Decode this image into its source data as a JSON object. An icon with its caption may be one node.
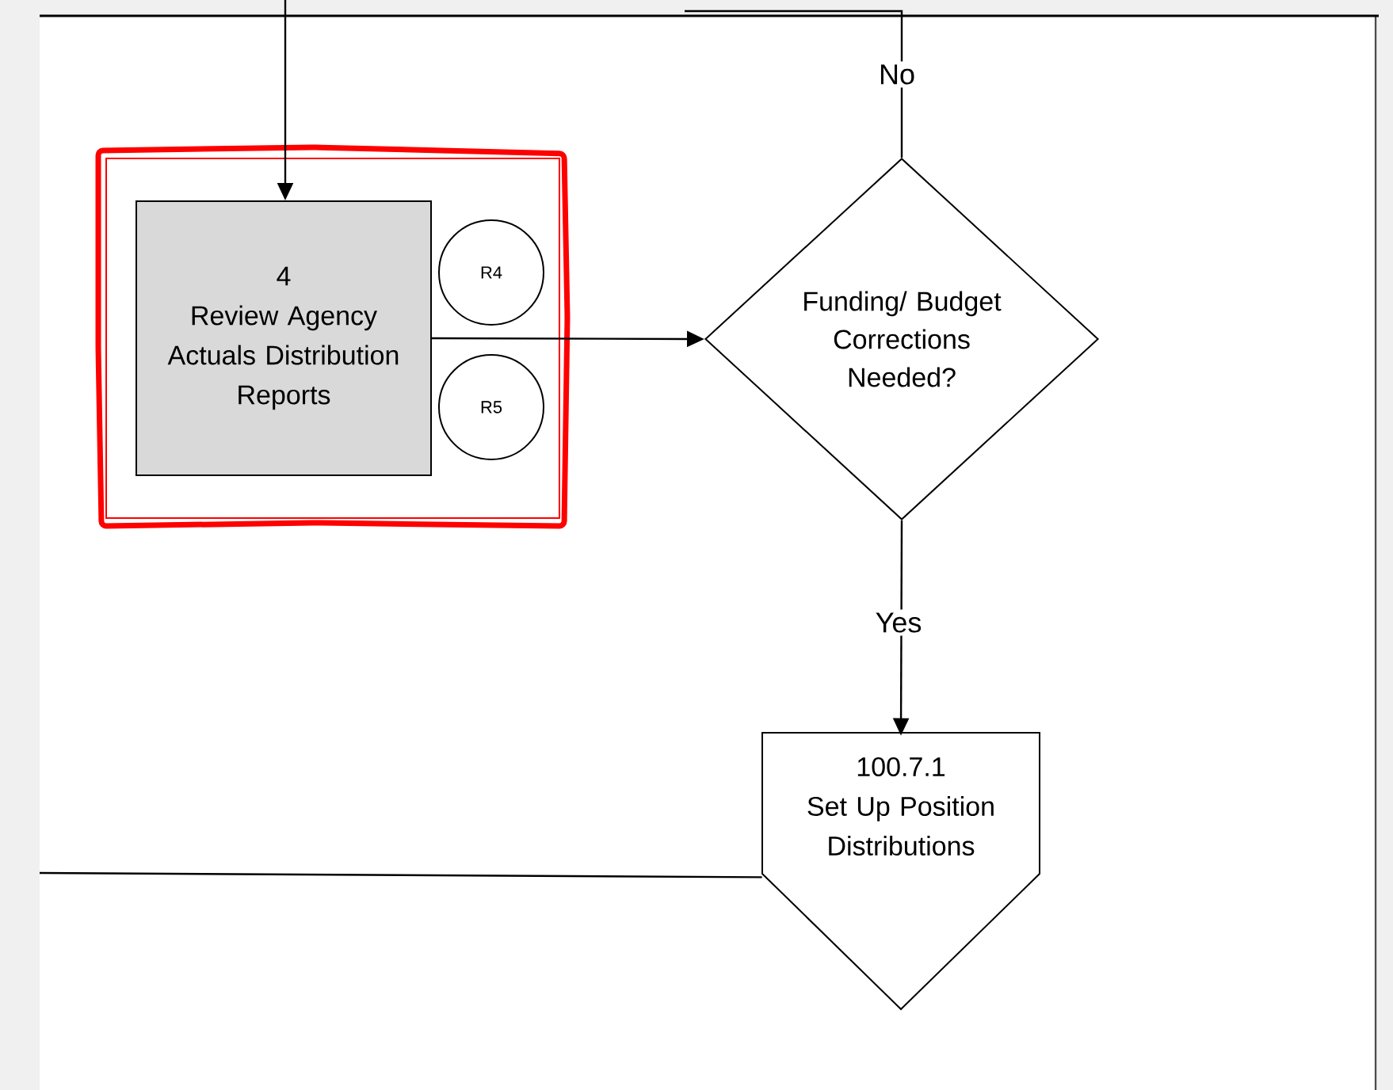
{
  "diagram": {
    "nodes": [
      {
        "text": [
          "4",
          "Review Agency Actuals Distribution Reports"
        ]
      },
      {
        "text": [
          "R4"
        ]
      },
      {
        "text": [
          "R5"
        ]
      },
      {
        "text": [
          "Funding/ Budget Corrections Needed?"
        ]
      },
      {
        "text": [
          "100.7.1",
          "Set Up Position Distributions"
        ]
      }
    ],
    "edges": [
      {
        "from": null,
        "to": 0,
        "arrow": "to"
      },
      {
        "from": 0,
        "to": 3,
        "arrow": "to"
      },
      {
        "from": 3,
        "to": null,
        "arrow": "none",
        "label": "No"
      },
      {
        "from": 3,
        "to": 4,
        "arrow": "to",
        "label": "Yes"
      },
      {
        "from": 4,
        "to": null,
        "arrow": "none"
      }
    ]
  }
}
